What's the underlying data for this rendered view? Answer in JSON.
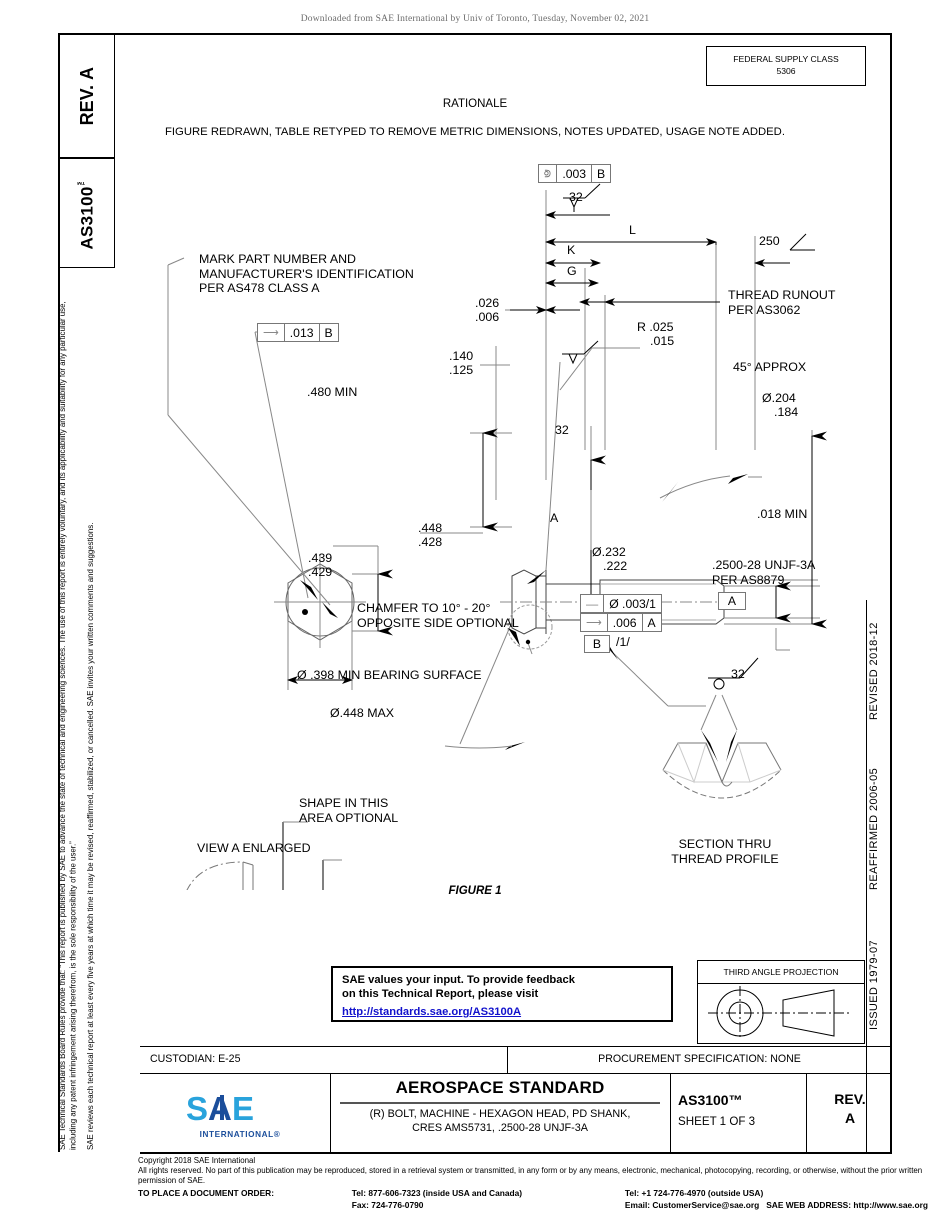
{
  "header": {
    "download_notice": "Downloaded from SAE International by Univ of Toronto, Tuesday, November 02, 2021"
  },
  "spine": {
    "rev_label": "REV.",
    "rev_value": "A",
    "doc_number": "AS3100",
    "doc_tm": "™",
    "legal_paragraph_1": "SAE Technical Standards Board Rules provide that: “This report is published by SAE to advance the state of technical and engineering sciences. The use of this report is entirely voluntary, and its applicability and suitability for any particular use, including any patent infringement arising therefrom, is the sole responsibility of the user.”",
    "legal_paragraph_2": "SAE reviews each technical report at least every five years at which time it may be revised, reaffirmed, stabilized, or cancelled. SAE invites your written comments and suggestions."
  },
  "right_spine": {
    "revised": "REVISED 2018-12",
    "reaffirmed": "REAFFIRMED 2006-05",
    "issued": "ISSUED 1979-07"
  },
  "federal_supply_class": {
    "label": "FEDERAL SUPPLY CLASS",
    "value": "5306"
  },
  "rationale": {
    "title": "RATIONALE",
    "text": "FIGURE REDRAWN, TABLE RETYPED TO REMOVE METRIC DIMENSIONS, NOTES UPDATED, USAGE NOTE ADDED."
  },
  "drawing": {
    "figure_caption": "FIGURE 1",
    "notes": {
      "mark_part": "MARK PART NUMBER AND\nMANUFACTURER'S IDENTIFICATION\nPER AS478 CLASS A",
      "thread_runout": "THREAD RUNOUT\nPER AS3062",
      "approx_45": "45° APPROX",
      "thread_spec": ".2500-28 UNJF-3A\nPER AS8879",
      "chamfer": "CHAMFER TO 10° - 20°\nOPPOSITE SIDE OPTIONAL",
      "bearing_surface": "Ø .398 MIN BEARING SURFACE",
      "bearing_max": "Ø.448 MAX",
      "shape_optional": "SHAPE IN THIS\nAREA OPTIONAL",
      "view_a_enlarged": "VIEW A ENLARGED",
      "section_thru_thread": "SECTION THRU\nTHREAD PROFILE"
    },
    "dimensions": {
      "length_L": "L",
      "dim_K": "K",
      "dim_G": "G",
      "head_height_max": ".140",
      "head_height_min": ".125",
      "washer_face_max": ".026",
      "washer_face_min": ".006",
      "radius_max": "R .025",
      "radius_min": ".015",
      "across_flats_min": ".480 MIN",
      "across_corners_max": ".439",
      "across_corners_min": ".429",
      "head_dia_max": ".448",
      "head_dia_min": ".428",
      "shank_dia_max": ".232",
      "shank_dia_min": ".222",
      "point_dia_max": "Ø.204",
      "point_dia_min": ".184",
      "point_len_min": ".018 MIN",
      "surface_32_a": "32",
      "surface_32_b": "32",
      "surface_32_c": "32",
      "surface_250": "250"
    },
    "datums": {
      "datum_a_leader": "A",
      "datum_a_box": "A",
      "datum_b_box": "B",
      "note_ref": "/1/"
    },
    "feature_control_frames": [
      {
        "symbol": "perpendicularity",
        "glyph": "⟂",
        "tolerance": ".003",
        "datum": "B"
      },
      {
        "symbol": "profile-of-surface",
        "glyph": "⌐",
        "tolerance": ".013",
        "datum": "B"
      },
      {
        "symbol": "straightness",
        "glyph": "—",
        "tolerance": "Ø .003/1",
        "datum": ""
      },
      {
        "symbol": "profile-of-surface",
        "glyph": "⌐",
        "tolerance": ".006",
        "datum": "A"
      }
    ]
  },
  "feedback": {
    "line1": "SAE values your input. To provide feedback",
    "line2": "on this Technical Report, please visit",
    "link": "http://standards.sae.org/AS3100A"
  },
  "third_angle": {
    "title": "THIRD ANGLE PROJECTION"
  },
  "custodian_row": {
    "custodian": "CUSTODIAN: E-25",
    "procurement": "PROCUREMENT SPECIFICATION: NONE"
  },
  "title_block": {
    "logo_text": "SAE",
    "logo_sub": "INTERNATIONAL®",
    "standard_type": "AEROSPACE STANDARD",
    "description": "(R) BOLT, MACHINE - HEXAGON HEAD, PD SHANK,\nCRES AMS5731, .2500-28 UNJF-3A",
    "doc_number": "AS3100™",
    "sheet": "SHEET 1 OF 3",
    "rev_label": "REV.",
    "rev_value": "A"
  },
  "footer": {
    "copyright": "Copyright 2018 SAE International",
    "rights": "All rights reserved. No part of this publication may be reproduced, stored in a retrieval system or transmitted, in any form or by any means, electronic, mechanical, photocopying, recording, or otherwise, without the prior written permission of SAE.",
    "order_label": "TO PLACE A DOCUMENT ORDER:",
    "tel_inside": "Tel: 877-606-7323 (inside USA and Canada)",
    "fax": "Fax: 724-776-0790",
    "tel_outside": "Tel: +1 724-776-4970 (outside USA)",
    "email": "Email: CustomerService@sae.org",
    "web": "SAE WEB ADDRESS: http://www.sae.org"
  },
  "colors": {
    "link": "#1111cc",
    "logo_blue": "#29a3dc",
    "logo_dark": "#1b4e9b",
    "notice_gray": "#6b6b6b"
  }
}
